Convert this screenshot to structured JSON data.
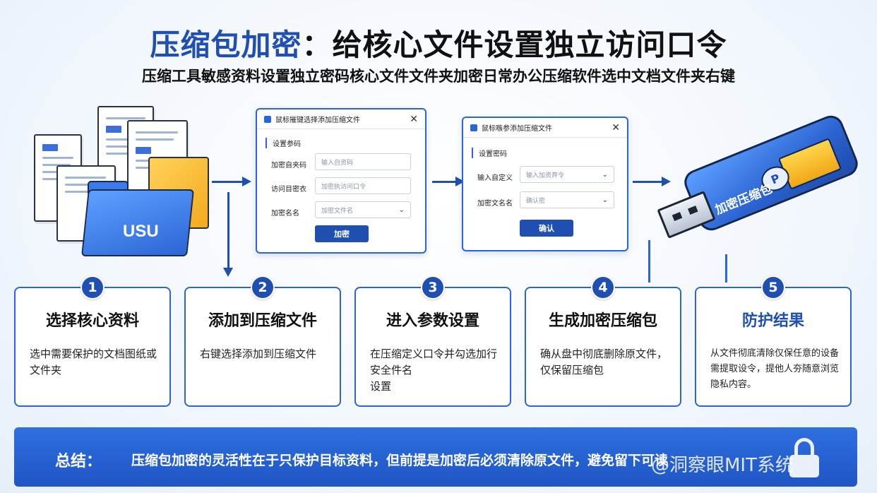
{
  "header": {
    "title_highlight": "压缩包加密",
    "title_rest": "：给核心文件设置独立访问口令",
    "subtitle": "压缩工具敏感资料设置独立密码核心文件文件夹加密日常办公压缩软件选中文档文件夹右键"
  },
  "illustration": {
    "folder_label": "USU"
  },
  "dialog1": {
    "title": "鼠标摧键选择添加压缩文件",
    "section": "设置参码",
    "rows": [
      {
        "label": "加密自夹码",
        "placeholder": "输入自资码"
      },
      {
        "label": "访问目密衣",
        "placeholder": "加密执访问口令"
      },
      {
        "label": "加密名名",
        "placeholder": "加密文件名"
      }
    ],
    "button": "加密"
  },
  "dialog2": {
    "title": "鼠标嗾参添加压缩文件",
    "section": "设置密码",
    "rows": [
      {
        "label": "输入自定义",
        "placeholder": "输入加资弃令"
      },
      {
        "label": "加密文名名",
        "placeholder": "确认密"
      }
    ],
    "button": "确认"
  },
  "usb": {
    "label": "加密压缩包",
    "badge": "P"
  },
  "steps": [
    {
      "num": "1",
      "title": "选择核心资料",
      "desc": "选中需要保护的文档图纸或文件夹"
    },
    {
      "num": "2",
      "title": "添加到压缩文件",
      "desc": "右键选择添加到压缩文件"
    },
    {
      "num": "3",
      "title": "进入参数设置",
      "desc": "在压缩定义口令并勾选加行安全件名\n设置"
    },
    {
      "num": "4",
      "title": "生成加密压缩包",
      "desc": "确从盘中彻底删除原文件，仅保留压缩包"
    },
    {
      "num": "5",
      "title": "防护结果",
      "desc": "从文件彻底清除仅保任意的设备需提取设令，提他人夯随意浏览隐私内容。"
    }
  ],
  "summary": {
    "label": "总结：",
    "text": "压缩包加密的灵活性在于只保护目标资料，但前提是加密后必须清除原文件，避免留下可读",
    "watermark": "@洞察眼MIT系统"
  }
}
